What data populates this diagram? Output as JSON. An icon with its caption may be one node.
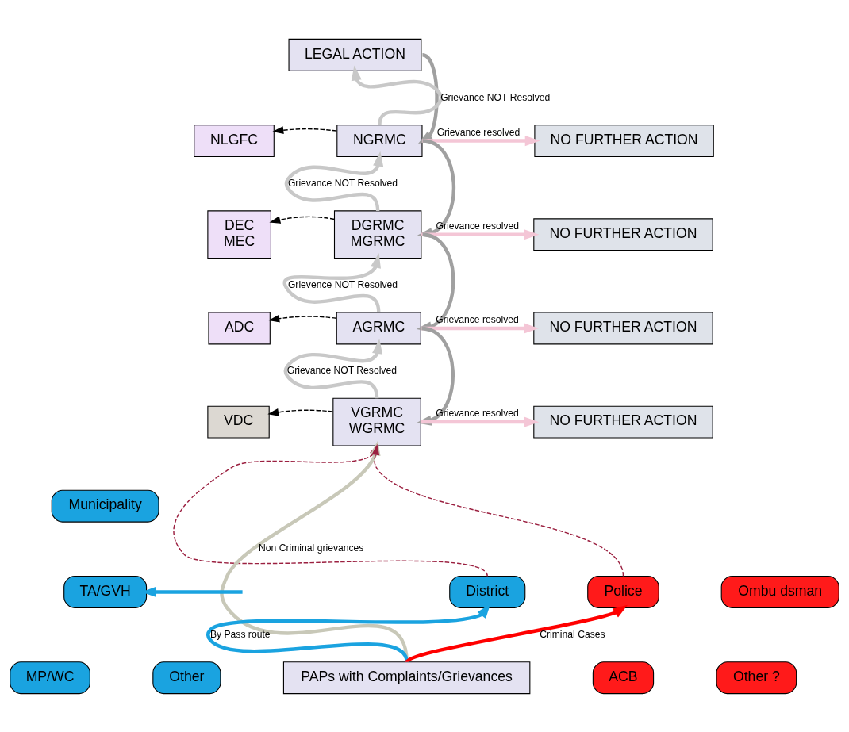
{
  "diagram": {
    "nodes": [
      {
        "text": [
          "LEGAL ACTION"
        ]
      },
      {
        "text": [
          "NLGFC"
        ]
      },
      {
        "text": [
          "NGRMC"
        ]
      },
      {
        "text": [
          "NO FURTHER ACTION"
        ]
      },
      {
        "text": [
          "DEC",
          "MEC"
        ]
      },
      {
        "text": [
          "DGRMC",
          "MGRMC"
        ]
      },
      {
        "text": [
          "NO FURTHER ACTION"
        ]
      },
      {
        "text": [
          "ADC"
        ]
      },
      {
        "text": [
          "AGRMC"
        ]
      },
      {
        "text": [
          "NO FURTHER ACTION"
        ]
      },
      {
        "text": [
          "VDC"
        ]
      },
      {
        "text": [
          "VGRMC",
          "WGRMC"
        ]
      },
      {
        "text": [
          "NO FURTHER ACTION"
        ]
      },
      {
        "text": [
          "Municipality"
        ]
      },
      {
        "text": [
          "TA/GVH"
        ]
      },
      {
        "text": [
          "District"
        ]
      },
      {
        "text": [
          "MP/WC"
        ]
      },
      {
        "text": [
          "Other"
        ]
      },
      {
        "text": [
          "PAPs with Complaints/Grievances"
        ]
      },
      {
        "text": [
          "Police"
        ]
      },
      {
        "text": [
          "Ombu dsman"
        ]
      },
      {
        "text": [
          "ACB"
        ]
      },
      {
        "text": [
          "Other ?"
        ]
      }
    ],
    "edges": [
      {
        "from": 2,
        "to": 0,
        "arrow": "to",
        "label": "Grievance NOT Resolved",
        "color": "#c8c8c8"
      },
      {
        "from": 0,
        "to": 2,
        "arrow": "to",
        "color": "#a0a0a0"
      },
      {
        "from": 2,
        "to": 1,
        "arrow": "to",
        "style": "dashed",
        "color": "#000000"
      },
      {
        "from": 2,
        "to": 3,
        "arrow": "to",
        "label": "Grievance resolved",
        "color": "#f4c6d6"
      },
      {
        "from": 5,
        "to": 2,
        "arrow": "to",
        "label": "Grievance NOT Resolved",
        "color": "#c8c8c8"
      },
      {
        "from": 2,
        "to": 5,
        "arrow": "to",
        "color": "#a0a0a0"
      },
      {
        "from": 5,
        "to": 4,
        "arrow": "to",
        "style": "dashed",
        "color": "#000000"
      },
      {
        "from": 5,
        "to": 6,
        "arrow": "to",
        "label": "Grievance resolved",
        "color": "#f4c6d6"
      },
      {
        "from": 8,
        "to": 5,
        "arrow": "to",
        "label": "Grievence NOT Resolved",
        "color": "#c8c8c8"
      },
      {
        "from": 5,
        "to": 8,
        "arrow": "to",
        "color": "#a0a0a0"
      },
      {
        "from": 8,
        "to": 7,
        "arrow": "to",
        "style": "dashed",
        "color": "#000000"
      },
      {
        "from": 8,
        "to": 9,
        "arrow": "to",
        "label": "Grievance resolved",
        "color": "#f4c6d6"
      },
      {
        "from": 11,
        "to": 8,
        "arrow": "to",
        "label": "Grievance NOT Resolved",
        "color": "#c8c8c8"
      },
      {
        "from": 8,
        "to": 11,
        "arrow": "to",
        "color": "#a0a0a0"
      },
      {
        "from": 11,
        "to": 10,
        "arrow": "to",
        "style": "dashed",
        "color": "#000000"
      },
      {
        "from": 11,
        "to": 12,
        "arrow": "to",
        "label": "Grievance resolved",
        "color": "#f4c6d6"
      },
      {
        "from": 18,
        "to": 11,
        "arrow": "to",
        "label": "Non Criminal grievances",
        "color": "#c8c8b8"
      },
      {
        "from": 18,
        "to": 15,
        "arrow": "to",
        "label": "By Pass route",
        "color": "#1aa3e0"
      },
      {
        "from": 18,
        "to": 19,
        "arrow": "to",
        "label": "Criminal Cases",
        "color": "#ff0000"
      },
      {
        "from": 15,
        "to": 11,
        "arrow": "to",
        "style": "dashed",
        "color": "#9b2040"
      },
      {
        "from": 19,
        "to": 11,
        "arrow": "to",
        "style": "dashed",
        "color": "#9b2040"
      },
      {
        "from": null,
        "to": 14,
        "arrow": "to",
        "color": "#1aa3e0"
      }
    ]
  }
}
